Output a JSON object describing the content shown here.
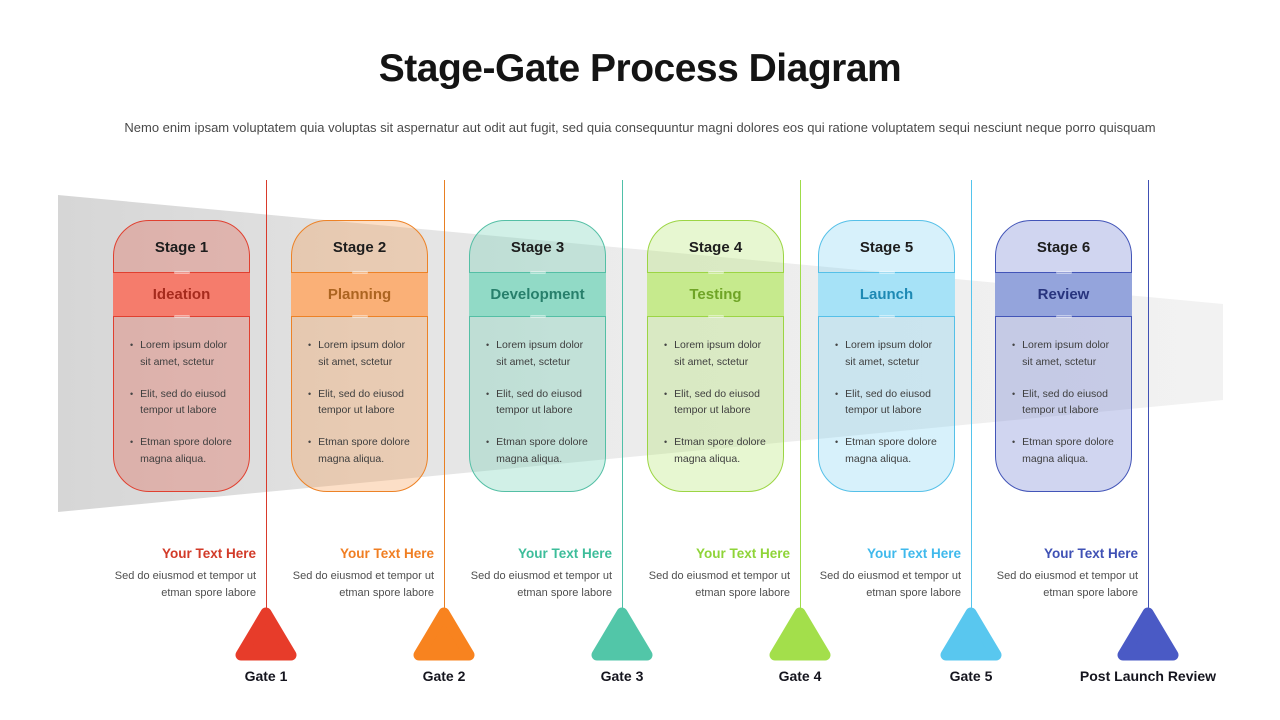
{
  "header": {
    "title": "Stage-Gate Process Diagram",
    "subtitle": "Nemo enim ipsam voluptatem quia voluptas sit aspernatur aut odit aut fugit, sed quia consequuntur magni dolores eos qui ratione voluptatem sequi nesciunt neque porro quisquam"
  },
  "background": {
    "funnel_color_left": "#D6D6D6",
    "funnel_color_right": "#F2F2F2"
  },
  "stages": [
    {
      "stage_label": "Stage 1",
      "name": "Ideation",
      "bullets": [
        "Lorem ipsum dolor sit amet, sctetur",
        "Elit, sed do eiusod tempor ut labore",
        "Etman spore dolore magna aliqua."
      ],
      "cta": "Your Text Here",
      "description": "Sed do eiusmod et tempor ut etman spore labore",
      "gate_label": "Gate 1",
      "colors": {
        "accent": "#E04030",
        "band_bg": "#F57C6C",
        "band_text": "#A62B1D",
        "card_bg": "rgba(230,85,66,0.30)",
        "triangle": "#E73C2A",
        "cta_text": "#D23A28",
        "line": "#D93A2B"
      }
    },
    {
      "stage_label": "Stage 2",
      "name": "Planning",
      "bullets": [
        "Lorem ipsum dolor sit amet, sctetur",
        "Elit, sed do eiusod tempor ut labore",
        "Etman spore dolore magna aliqua."
      ],
      "cta": "Your Text Here",
      "description": "Sed do eiusmod et tempor ut etman spore labore",
      "gate_label": "Gate 2",
      "colors": {
        "accent": "#ED8226",
        "band_bg": "#FAB077",
        "band_text": "#AC6420",
        "card_bg": "rgba(246,148,70,0.30)",
        "triangle": "#F8831F",
        "cta_text": "#F07E22",
        "line": "#E87F22"
      }
    },
    {
      "stage_label": "Stage 3",
      "name": "Development",
      "bullets": [
        "Lorem ipsum dolor sit amet, sctetur",
        "Elit, sed do eiusod tempor ut labore",
        "Etman spore dolore magna aliqua."
      ],
      "cta": "Your Text Here",
      "description": "Sed do eiusmod et tempor ut etman spore labore",
      "gate_label": "Gate 3",
      "colors": {
        "accent": "#54BFA5",
        "band_bg": "#91DAC6",
        "band_text": "#277F6B",
        "card_bg": "rgba(90,200,170,0.28)",
        "triangle": "#52C6A8",
        "cta_text": "#3DBD9A",
        "line": "#4FC0A8"
      }
    },
    {
      "stage_label": "Stage 4",
      "name": "Testing",
      "bullets": [
        "Lorem ipsum dolor sit amet, sctetur",
        "Elit, sed do eiusod tempor ut labore",
        "Etman spore dolore magna aliqua."
      ],
      "cta": "Your Text Here",
      "description": "Sed do eiusmod et tempor ut etman spore labore",
      "gate_label": "Gate 4",
      "colors": {
        "accent": "#9CD544",
        "band_bg": "#C6EA8D",
        "band_text": "#6FA426",
        "card_bg": "rgba(170,225,90,0.28)",
        "triangle": "#A3DF4B",
        "cta_text": "#8FD438",
        "line": "#9FDC49"
      }
    },
    {
      "stage_label": "Stage 5",
      "name": "Launch",
      "bullets": [
        "Lorem ipsum dolor sit amet, sctetur",
        "Elit, sed do eiusod tempor ut labore",
        "Etman spore dolore magna aliqua."
      ],
      "cta": "Your Text Here",
      "description": "Sed do eiusmod et tempor ut etman spore labore",
      "gate_label": "Gate 5",
      "colors": {
        "accent": "#55C0E8",
        "band_bg": "#A6E2F7",
        "band_text": "#1D89B4",
        "card_bg": "rgba(100,200,240,0.26)",
        "triangle": "#59C7EF",
        "cta_text": "#3FB9EC",
        "line": "#54C4ED"
      }
    },
    {
      "stage_label": "Stage 6",
      "name": "Review",
      "bullets": [
        "Lorem ipsum dolor sit amet, sctetur",
        "Elit, sed do eiusod tempor ut labore",
        "Etman spore dolore magna aliqua."
      ],
      "cta": "Your Text Here",
      "description": "Sed do eiusmod et tempor ut etman spore labore",
      "gate_label": "Post Launch Review",
      "colors": {
        "accent": "#4355B8",
        "band_bg": "#94A4DC",
        "band_text": "#28347E",
        "card_bg": "rgba(100,115,205,0.30)",
        "triangle": "#4A5AC5",
        "cta_text": "#3F51B5",
        "line": "#4050B4"
      }
    }
  ]
}
